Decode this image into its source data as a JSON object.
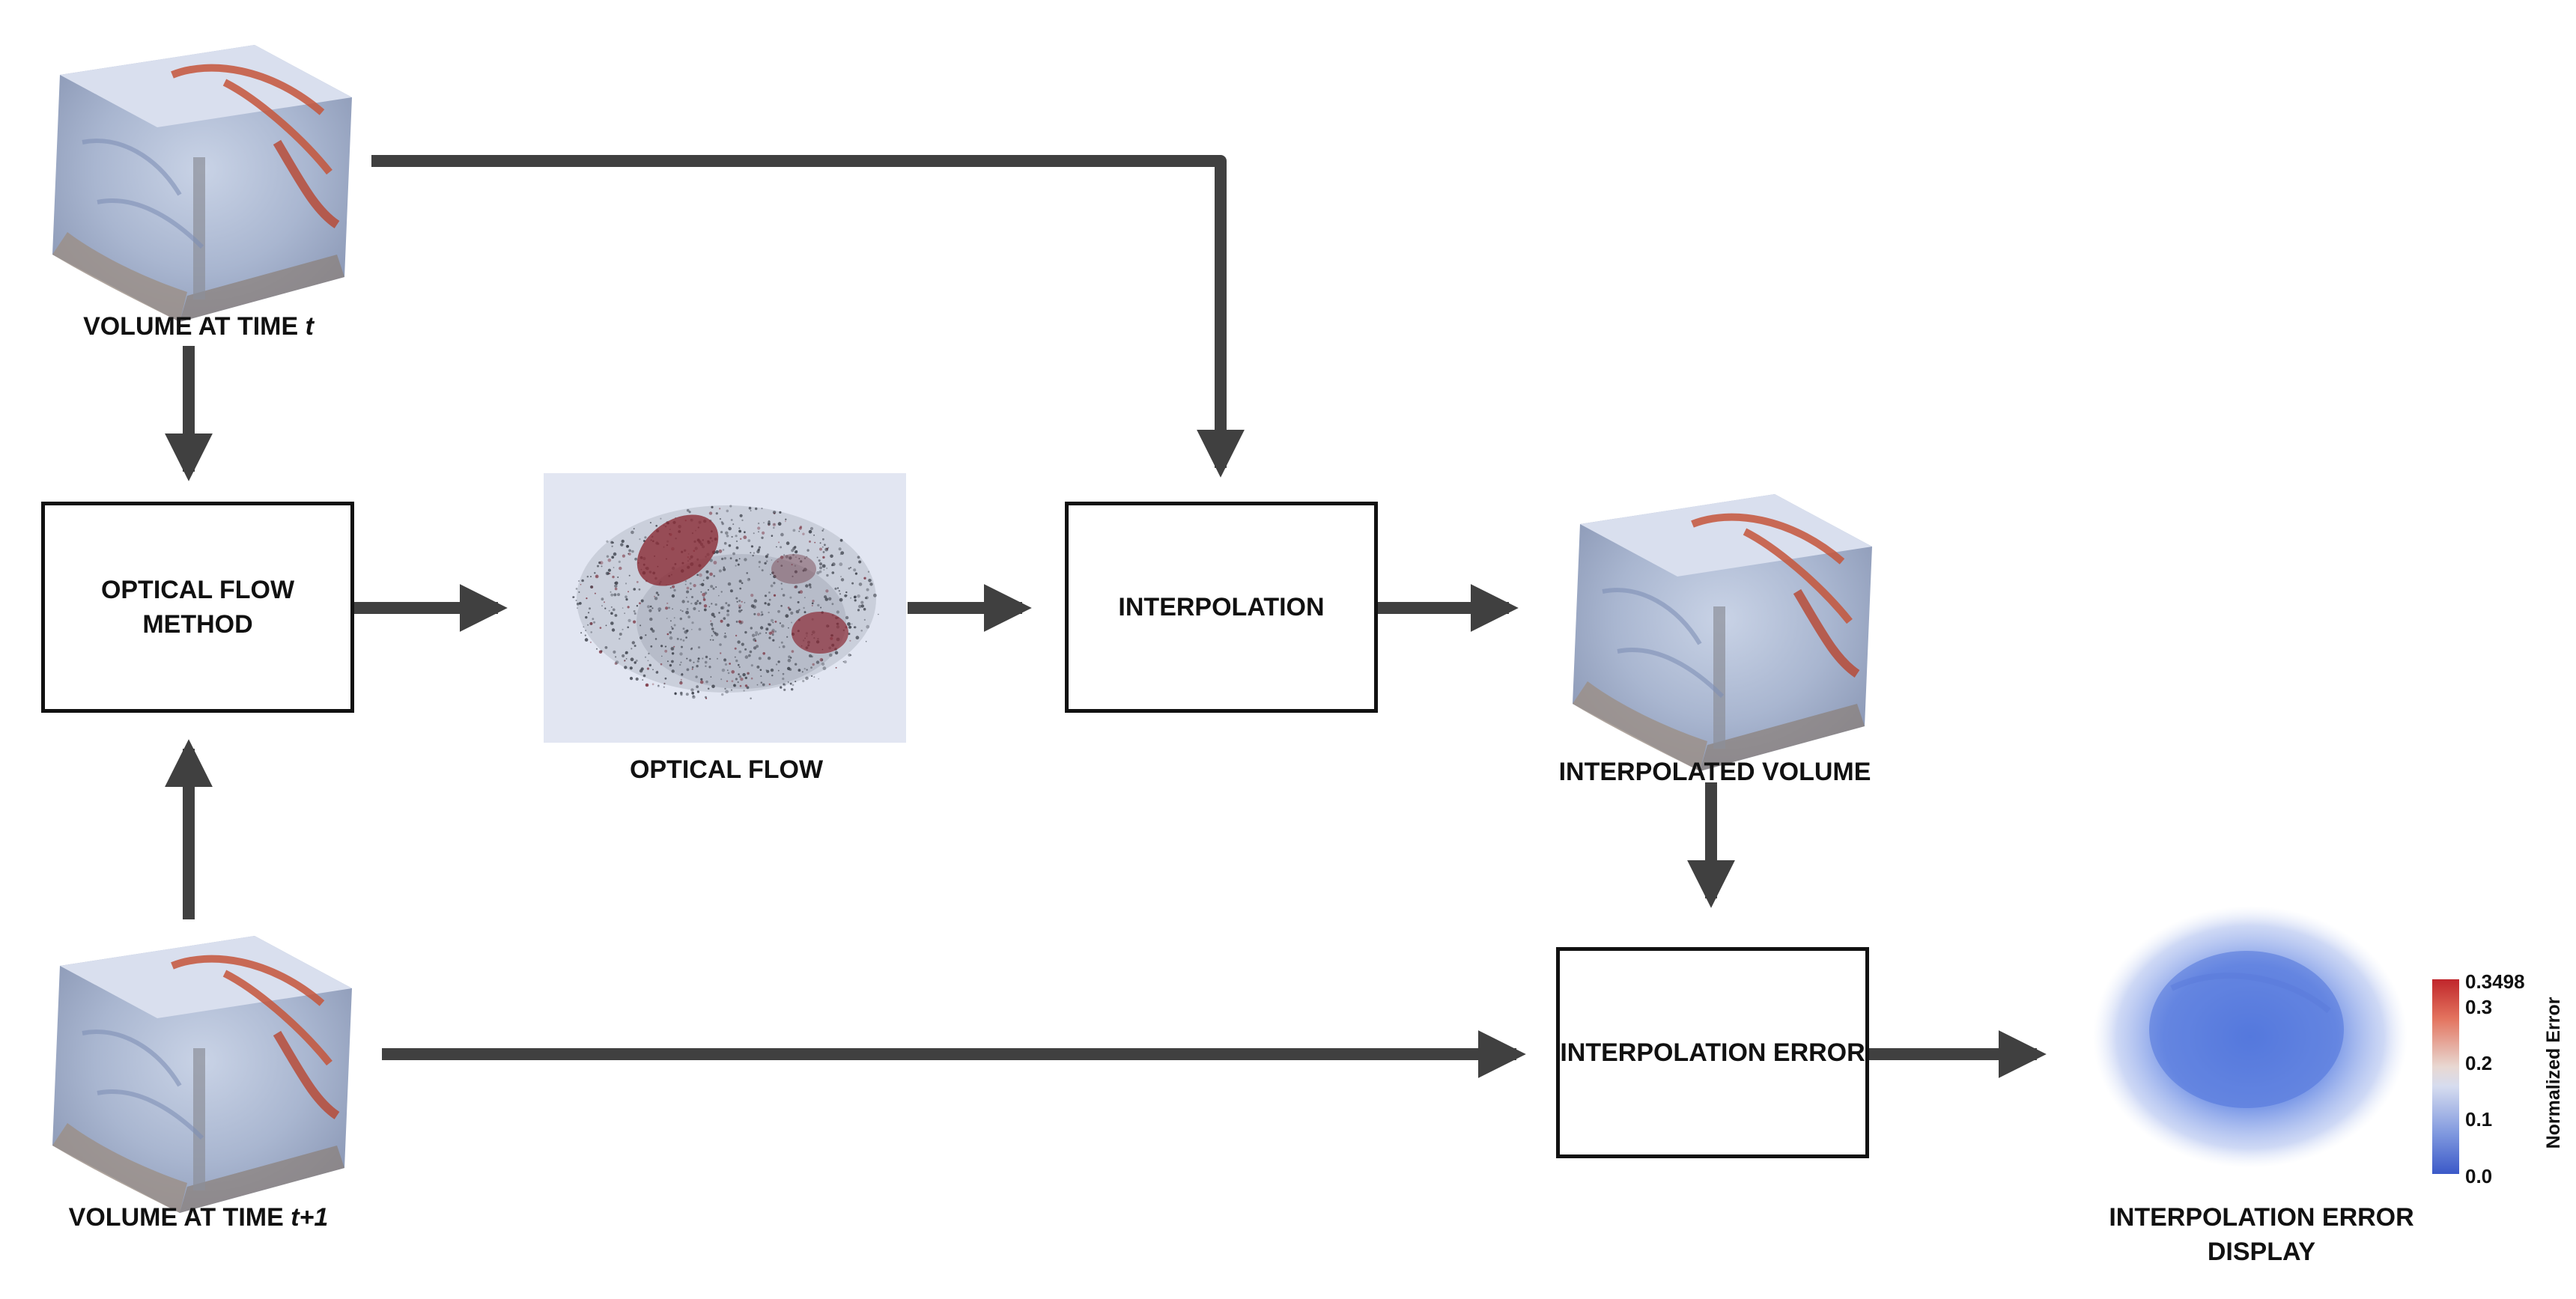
{
  "labels": {
    "volume_t_prefix": "VOLUME AT TIME ",
    "volume_t_var": "t",
    "volume_t1_prefix": "VOLUME AT TIME ",
    "volume_t1_var": "t+1",
    "optical_flow": "OPTICAL FLOW",
    "interpolated_volume": "INTERPOLATED VOLUME",
    "error_display_line1": "INTERPOLATION ERROR",
    "error_display_line2": "DISPLAY"
  },
  "boxes": {
    "optical_flow_method": "OPTICAL FLOW\nMETHOD",
    "interpolation": "INTERPOLATION",
    "interpolation_error": "INTERPOLATION ERROR"
  },
  "colorbar": {
    "title": "Normalized Error",
    "ticks": [
      "0.3498",
      "0.3",
      "0.2",
      "0.1",
      "0.0"
    ],
    "colors": {
      "high": "#c0262b",
      "mid": "#dcdcdc",
      "low": "#3b59c8"
    }
  },
  "colors": {
    "arrow": "#404040",
    "box_border": "#111111",
    "flow_bg": "#e2e6f2"
  }
}
